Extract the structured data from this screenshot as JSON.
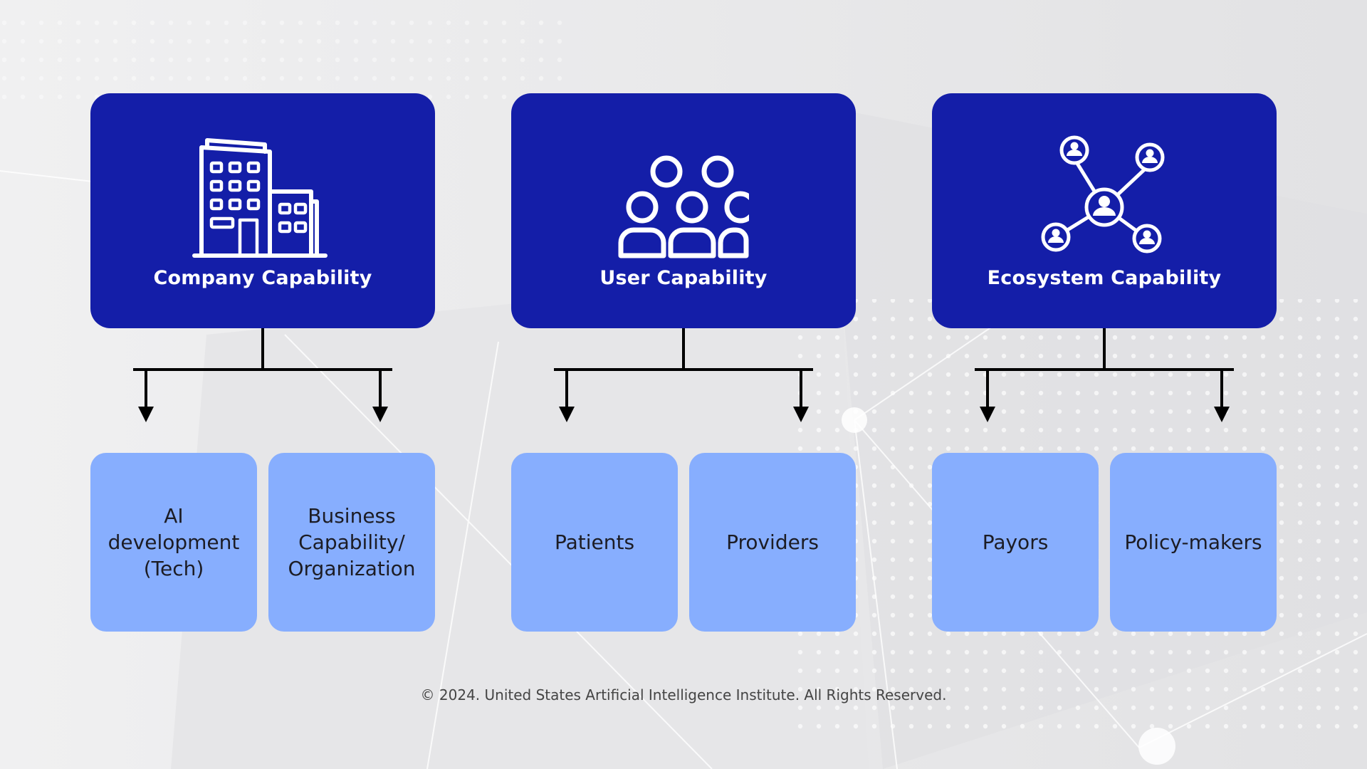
{
  "capabilities": [
    {
      "title": "Company Capability",
      "icon": "building-icon",
      "children": [
        "AI development (Tech)",
        "Business Capability/ Organization"
      ]
    },
    {
      "title": "User Capability",
      "icon": "people-group-icon",
      "children": [
        "Patients",
        "Providers"
      ]
    },
    {
      "title": "Ecosystem Capability",
      "icon": "network-icon",
      "children": [
        "Payors",
        "Policy-makers"
      ]
    }
  ],
  "footer": "© 2024. United States Artificial Intelligence Institute. All Rights Reserved.",
  "colors": {
    "top_card": "#141ea8",
    "sub_card": "#87aefe",
    "background": "#f0f0f1",
    "connector": "#000000"
  }
}
